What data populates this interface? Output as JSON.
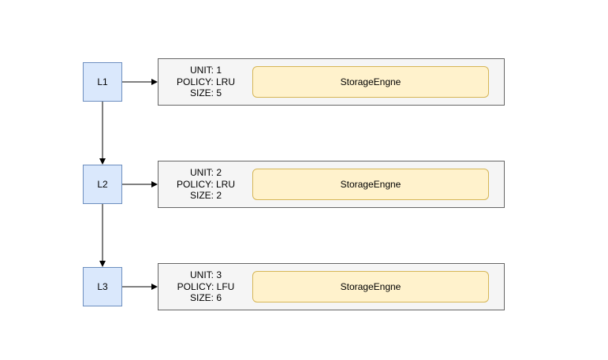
{
  "levels": [
    {
      "label": "L1",
      "unit_line": "UNIT: 1",
      "policy_line": "POLICY: LRU",
      "size_line": "SIZE: 5",
      "engine_label": "StorageEngne"
    },
    {
      "label": "L2",
      "unit_line": "UNIT: 2",
      "policy_line": "POLICY: LRU",
      "size_line": "SIZE: 2",
      "engine_label": "StorageEngne"
    },
    {
      "label": "L3",
      "unit_line": "UNIT: 3",
      "policy_line": "POLICY: LFU",
      "size_line": "SIZE: 6",
      "engine_label": "StorageEngne"
    }
  ],
  "colors": {
    "level_fill": "#dae8fc",
    "level_stroke": "#6c8ebf",
    "cache_fill": "#f5f5f5",
    "cache_stroke": "#666666",
    "engine_fill": "#fff2cc",
    "engine_stroke": "#d6b656",
    "edge": "#000000"
  }
}
